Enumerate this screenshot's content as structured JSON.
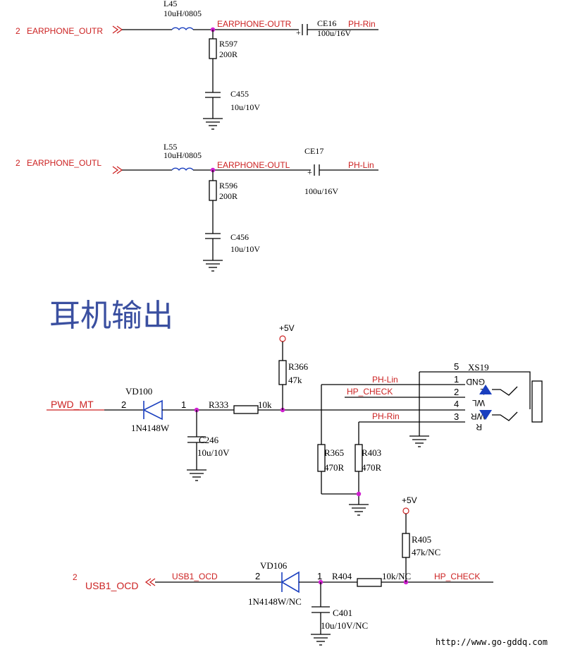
{
  "colors": {
    "wire": "#000000",
    "net": "#cc2222",
    "junction": "#d01fd0",
    "title": "#3a4fa0"
  },
  "title": "耳机输出",
  "url": "http://www.go-gddq.com",
  "top_right": {
    "port_pin": "2",
    "port": "EARPHONE_OUTR",
    "inductor_ref": "L45",
    "inductor_val": "10uH/0805",
    "net": "EARPHONE-OUTR",
    "res_ref": "R597",
    "res_val": "200R",
    "cap_ref": "C455",
    "cap_val": "10u/10V",
    "ecap_ref": "CE16",
    "ecap_val": "100u/16V",
    "out": "PH-Rin",
    "plus": "+"
  },
  "top_left": {
    "port_pin": "2",
    "port": "EARPHONE_OUTL",
    "inductor_ref": "L55",
    "inductor_val": "10uH/0805",
    "net": "EARPHONE-OUTL",
    "res_ref": "R596",
    "res_val": "200R",
    "cap_ref": "C456",
    "cap_val": "10u/10V",
    "ecap_ref": "CE17",
    "ecap_val": "100u/16V",
    "out": "PH-Lin",
    "plus": "+"
  },
  "mid": {
    "in_net": "PWD_MT",
    "diode_pin_a": "2",
    "diode_pin_k": "1",
    "diode_ref": "VD100",
    "diode_val": "1N4148W",
    "cap_ref": "C246",
    "cap_val": "10u/10V",
    "res_ref": "R333",
    "res_val": "10k",
    "vcc": "+5V",
    "pullup_ref": "R366",
    "pullup_val": "47k",
    "r365_ref": "R365",
    "r365_val": "470R",
    "r403_ref": "R403",
    "r403_val": "470R",
    "net_lin": "PH-Lin",
    "net_hpcheck": "HP_CHECK",
    "net_rin": "PH-Rin"
  },
  "jack": {
    "ref": "XS19",
    "pins": [
      {
        "num": "5",
        "label": ""
      },
      {
        "num": "1",
        "label": "GND"
      },
      {
        "num": "2",
        "label": "L"
      },
      {
        "num": "4",
        "label": "WL"
      },
      {
        "num": "3",
        "label": "WR"
      }
    ],
    "label_r": "R"
  },
  "bottom": {
    "port_pin": "2",
    "port": "USB1_OCD",
    "net": "USB1_OCD",
    "diode_pin_a": "2",
    "diode_pin_k": "1",
    "diode_ref": "VD106",
    "diode_val": "1N4148W/NC",
    "cap_ref": "C401",
    "cap_val": "10u/10V/NC",
    "res_ref": "R404",
    "res_val": "10k/NC",
    "vcc": "+5V",
    "pullup_ref": "R405",
    "pullup_val": "47k/NC",
    "out": "HP_CHECK"
  }
}
